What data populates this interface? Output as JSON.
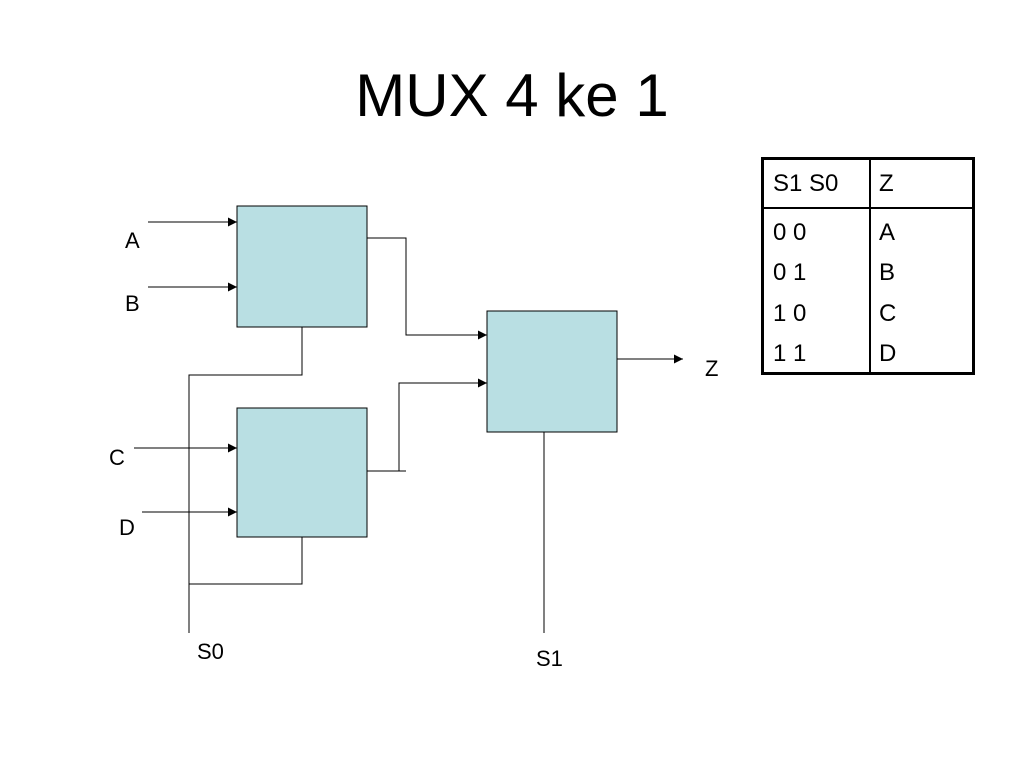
{
  "title": "MUX 4 ke 1",
  "inputs": [
    "A",
    "B",
    "C",
    "D"
  ],
  "output": "Z",
  "selects": [
    "S0",
    "S1"
  ],
  "truth_table": {
    "headers": [
      "S1 S0",
      "Z"
    ],
    "rows": [
      {
        "sel": "0 0",
        "out": "A"
      },
      {
        "sel": "0 1",
        "out": "B"
      },
      {
        "sel": "1 0",
        "out": "C"
      },
      {
        "sel": "1 1",
        "out": "D"
      }
    ]
  },
  "colors": {
    "block_fill": "#b9dfe3",
    "line": "#000000"
  }
}
